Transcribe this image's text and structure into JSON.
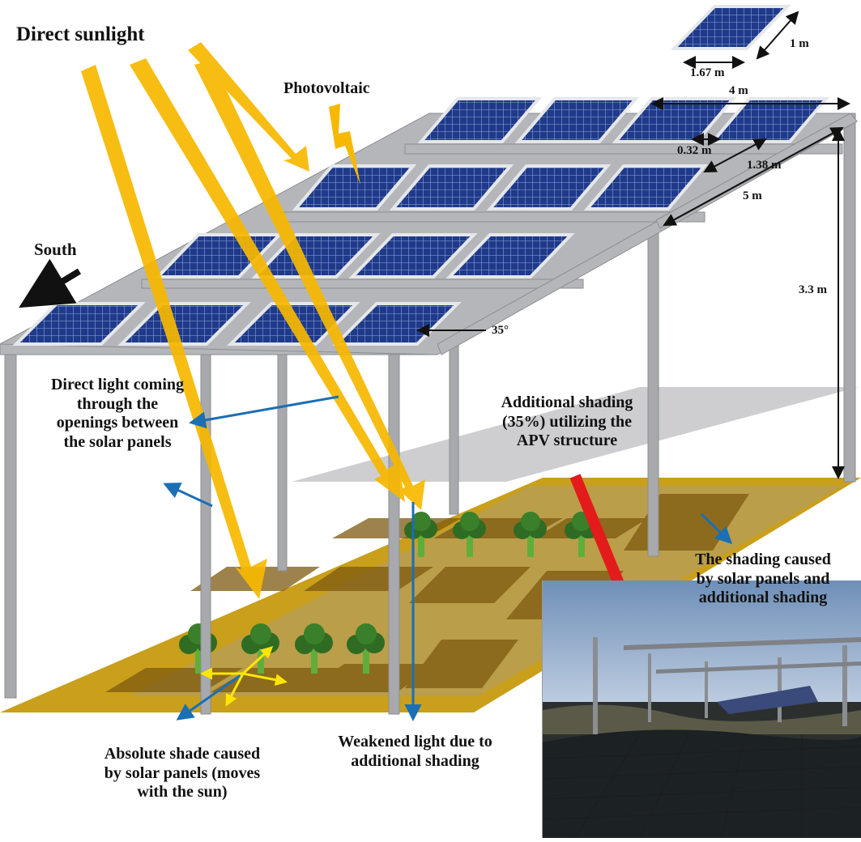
{
  "labels": {
    "direct_sunlight": "Direct sunlight",
    "photovoltaic": "Photovoltaic",
    "south": "South",
    "direct_light_openings": [
      "Direct light coming",
      "through the",
      "openings between",
      "the solar panels"
    ],
    "additional_shading": [
      "Additional shading",
      "(35%) utilizing the",
      "APV structure"
    ],
    "shading_caused": [
      "The shading caused",
      "by solar panels and",
      "additional shading"
    ],
    "absolute_shade": [
      "Absolute shade caused",
      "by solar panels (moves",
      "with the sun)"
    ],
    "weakened_light": [
      "Weakened light due to",
      "additional shading"
    ]
  },
  "dimensions": {
    "panel_width": "1.67 m",
    "panel_depth": "1 m",
    "structure_width": "4 m",
    "panel_gap": "0.32 m",
    "row_spacing": "1.38 m",
    "structure_length": "5 m",
    "height": "3.3 m",
    "tilt_angle": "35°"
  },
  "colors": {
    "sunlight": "#f7b800",
    "frame": "#a7a9ac",
    "panel": "#1f3a8a",
    "ground": "#c69a0f",
    "net_shade": "#b8b8bc",
    "callout": "#1a6fb5",
    "shade_arrow": "#e31b1b",
    "move_arrow": "#ffe600"
  }
}
